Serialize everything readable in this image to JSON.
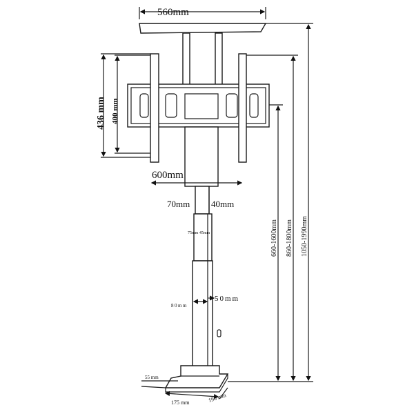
{
  "diagram": {
    "labels": {
      "shelf_width": "560mm",
      "arm_height_outer": "436 mm",
      "arm_height_inner": "400 mm",
      "bracket_width": "600mm",
      "upper_section_width": "70mm",
      "upper_section_depth": "40mm",
      "middle_section": "75mm 45mm",
      "lower_section_width": "80mm",
      "lower_section_depth": "50mm",
      "base_height": "55 mm",
      "base_width": "175 mm",
      "base_depth": "190 mm",
      "height_range_bracket": "660-1600mm",
      "height_range_arm": "860-1800mm",
      "height_range_shelf": "1050-1990mm"
    },
    "colors": {
      "line": "#1a1a1a",
      "background": "#ffffff"
    }
  }
}
